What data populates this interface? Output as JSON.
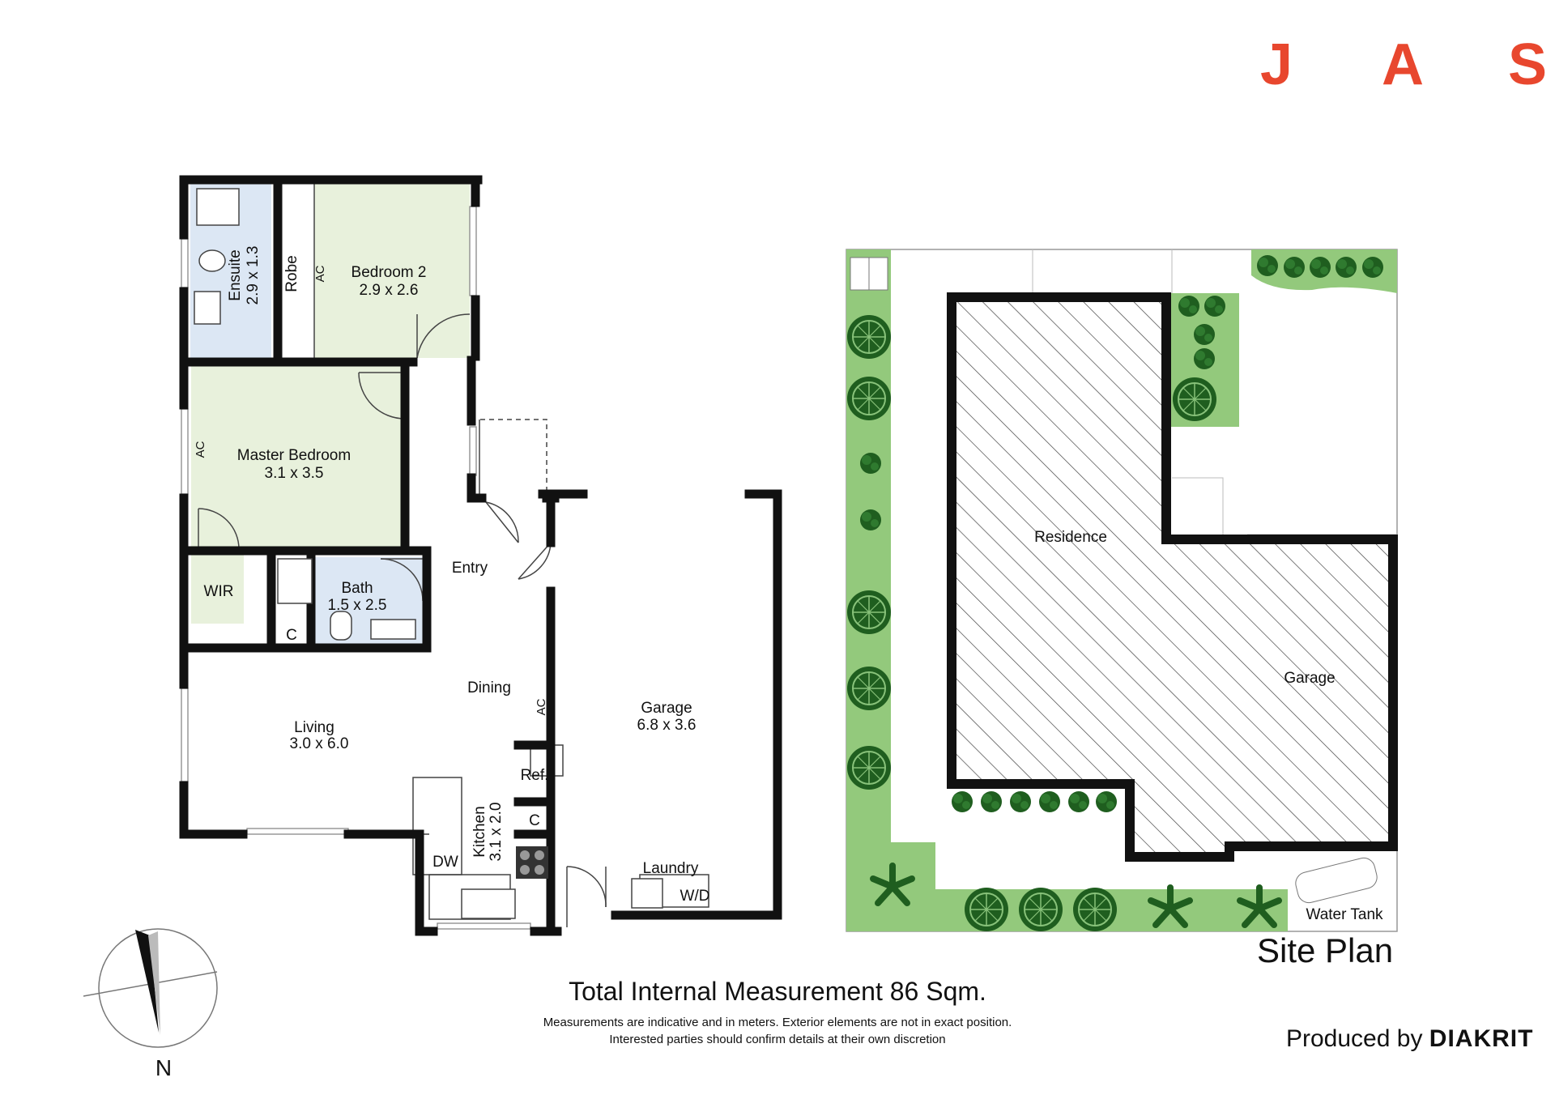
{
  "brand": {
    "logo_letters": [
      "J",
      "A",
      "S"
    ],
    "logo_color": "#e8472e"
  },
  "floorplan": {
    "rooms": {
      "ensuite": {
        "name": "Ensuite",
        "size": "2.9 x 1.3"
      },
      "robe": {
        "name": "Robe"
      },
      "bedroom2": {
        "name": "Bedroom 2",
        "size": "2.9 x 2.6"
      },
      "master": {
        "name": "Master Bedroom",
        "size": "3.1 x 3.5"
      },
      "wir": {
        "name": "WIR"
      },
      "bath": {
        "name": "Bath",
        "size": "1.5 x 2.5"
      },
      "cupboard_bath": {
        "name": "C"
      },
      "entry": {
        "name": "Entry"
      },
      "dining": {
        "name": "Dining"
      },
      "living": {
        "name": "Living",
        "size": "3.0 x 6.0"
      },
      "kitchen": {
        "name": "Kitchen",
        "size": "3.1 x 2.0"
      },
      "garage": {
        "name": "Garage",
        "size": "6.8 x 3.6"
      },
      "laundry": {
        "name": "Laundry"
      }
    },
    "fixtures": {
      "ac": "AC",
      "ref": "Ref.",
      "cupboard_kitchen": "C",
      "dw": "DW",
      "wd": "W/D"
    },
    "compass": "N",
    "colors": {
      "wall": "#111111",
      "bedroom_fill": "#e8f1dc",
      "wet_fill": "#dce7f4"
    }
  },
  "siteplan": {
    "title": "Site Plan",
    "residence": "Residence",
    "garage": "Garage",
    "water_tank": "Water Tank",
    "colors": {
      "garden": "#93c97c",
      "tree": "#1f5e1f"
    }
  },
  "footer": {
    "total": "Total Internal Measurement 86 Sqm.",
    "disclaimer_1": "Measurements are indicative and in meters. Exterior elements are not in exact position.",
    "disclaimer_2": "Interested parties should confirm details at their own discretion",
    "produced_by": "Produced by",
    "producer": "DIAKRIT"
  }
}
